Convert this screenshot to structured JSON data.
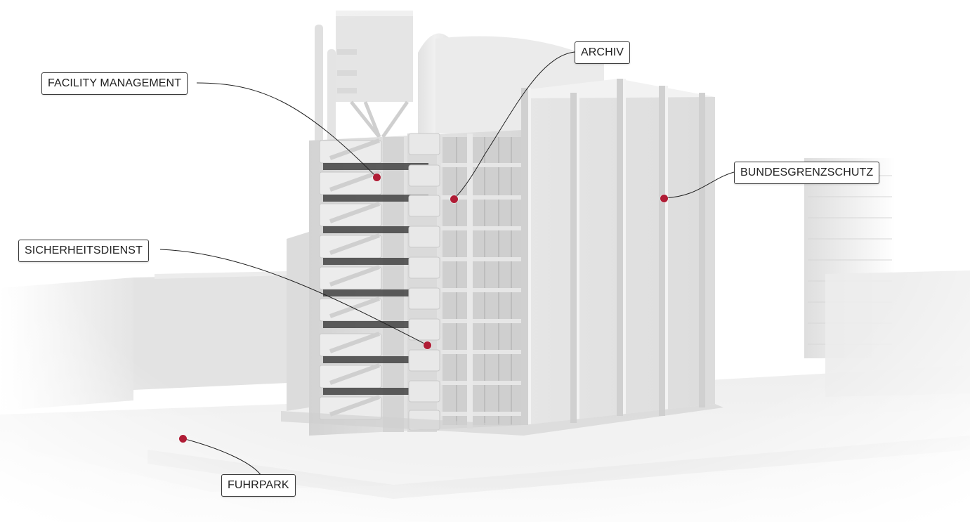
{
  "accent_color": "#b01c35",
  "labels": {
    "facility": "FACILITY MANAGEMENT",
    "archiv": "ARCHIV",
    "bundes": "BUNDESGRENZSCHUTZ",
    "sicherheit": "SICHERHEITSDIENST",
    "fuhrpark": "FUHRPARK"
  }
}
